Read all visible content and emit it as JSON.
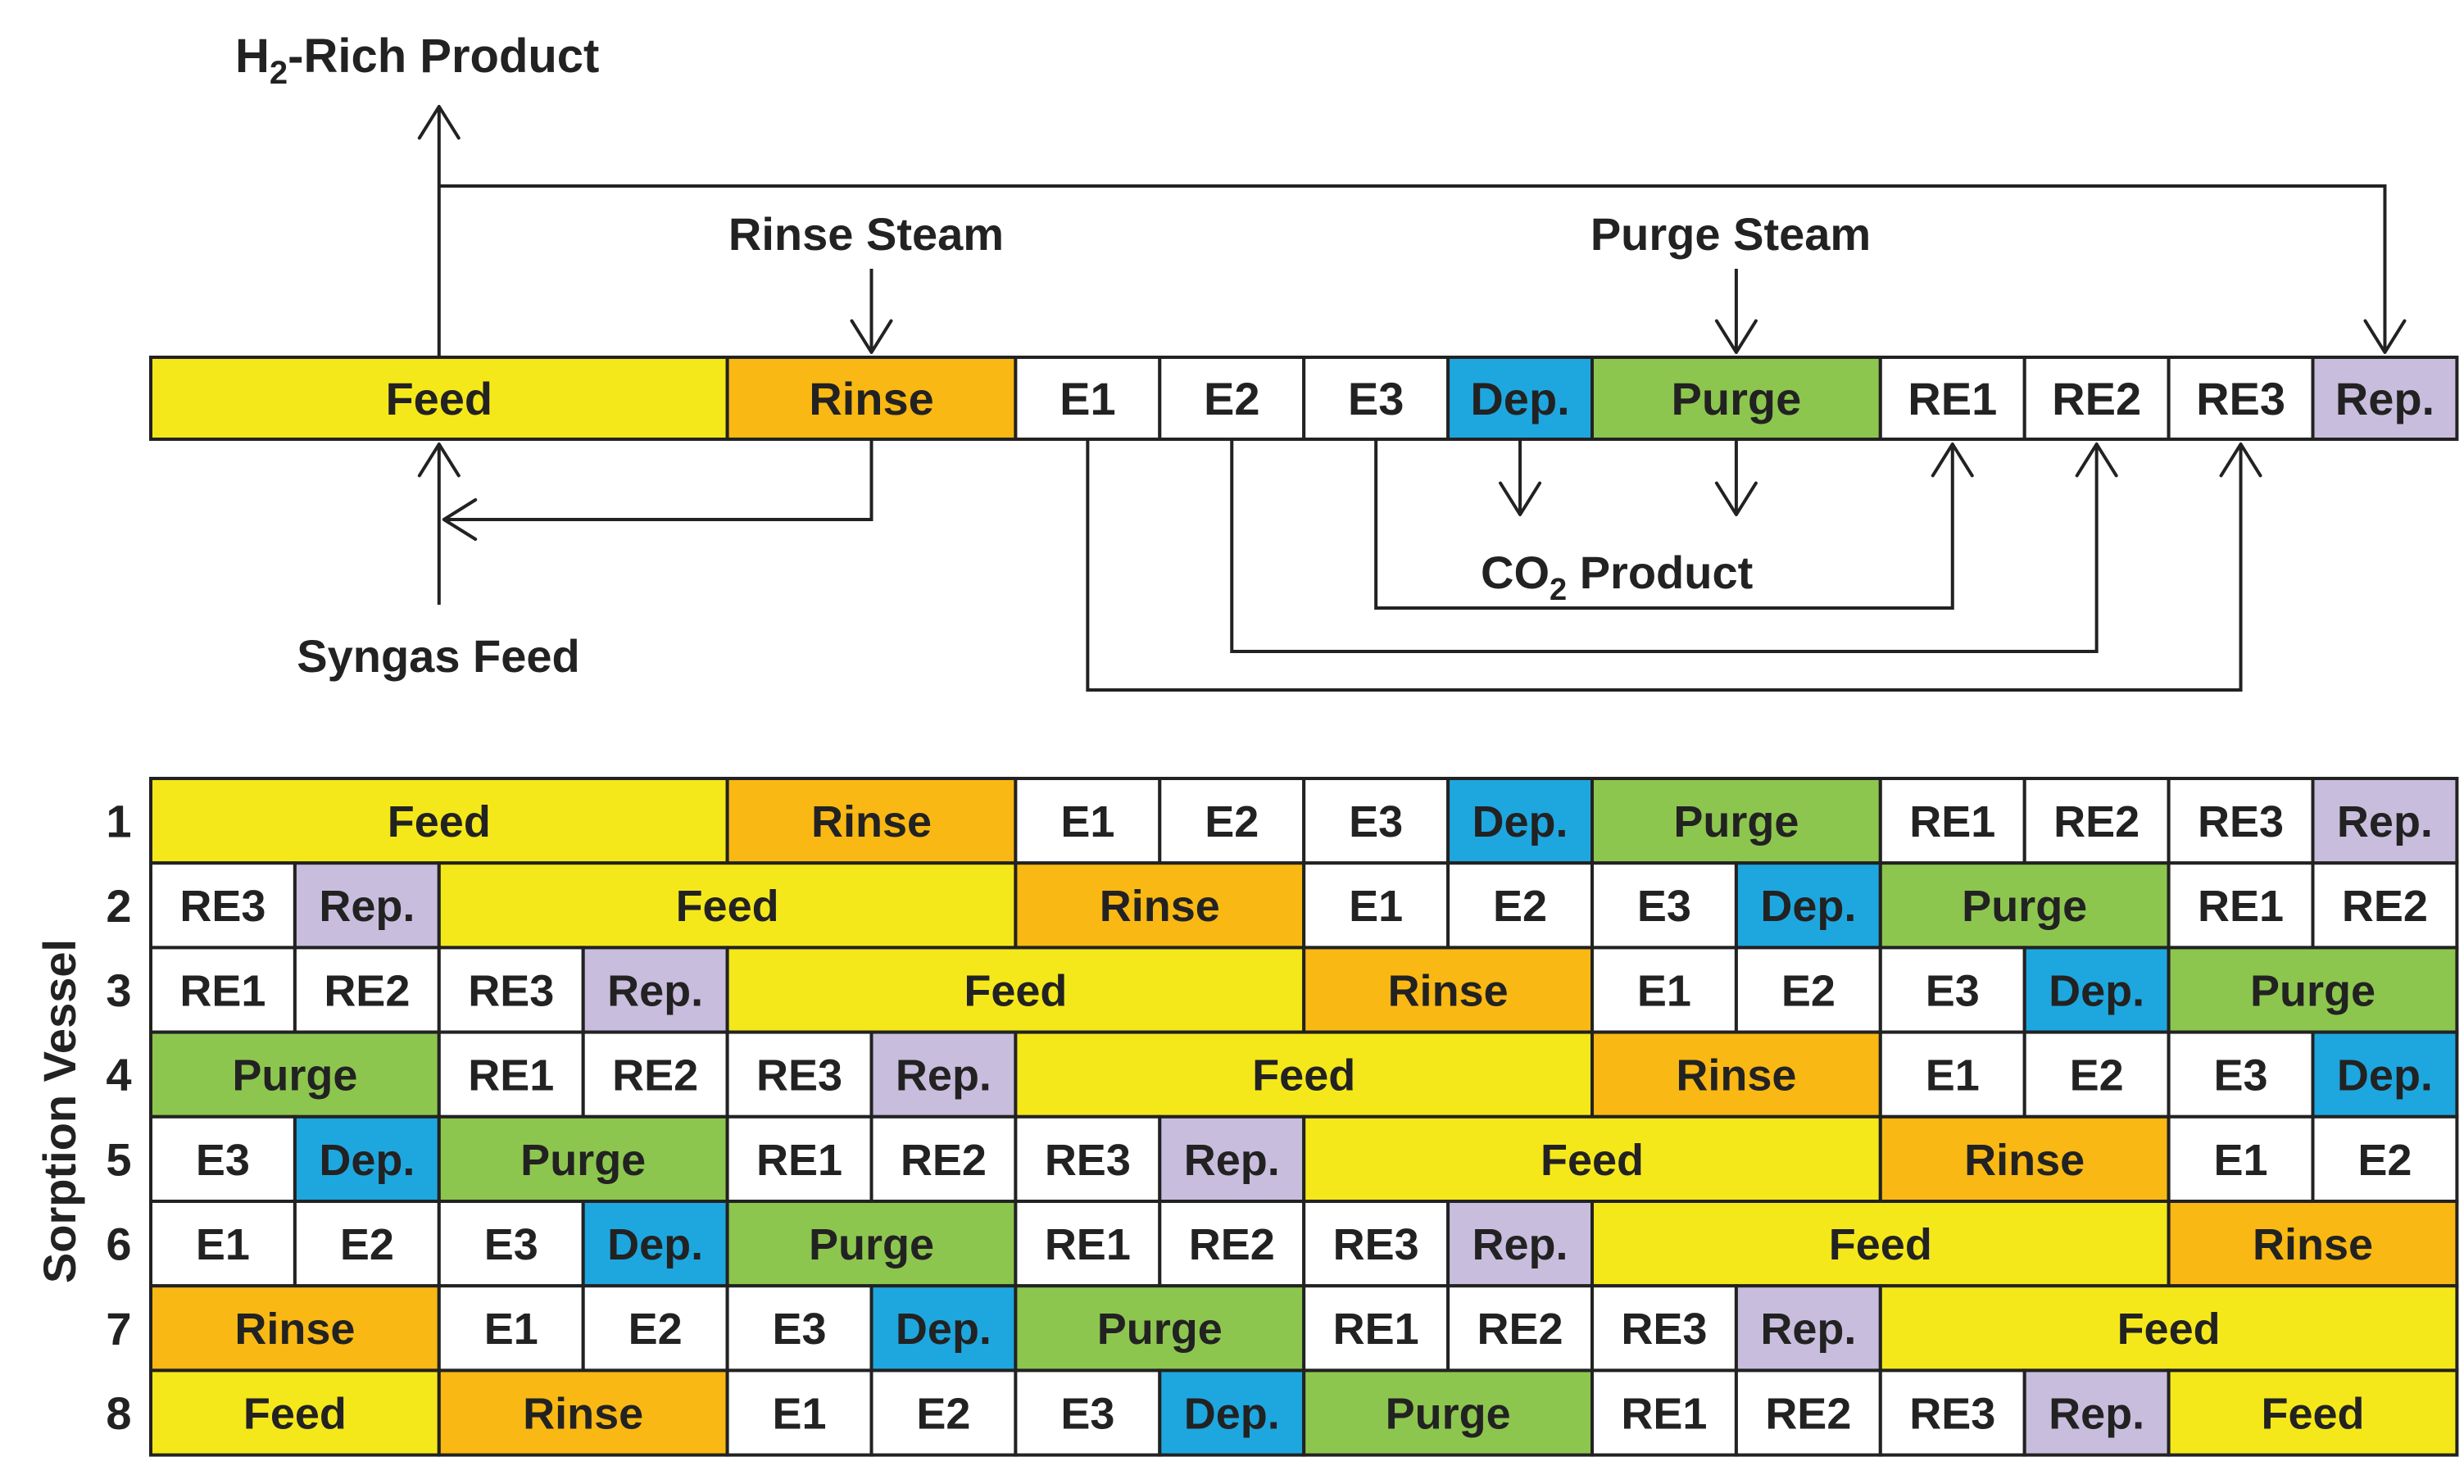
{
  "colors": {
    "Feed": "#F5E81A",
    "Rinse": "#F9B813",
    "Dep.": "#1EA7DF",
    "Purge": "#8DC64F",
    "Rep.": "#C9BDDD",
    "E1": "#FFFFFF",
    "E2": "#FFFFFF",
    "E3": "#FFFFFF",
    "RE1": "#FFFFFF",
    "RE2": "#FFFFFF",
    "RE3": "#FFFFFF"
  },
  "labels": {
    "h2_product_prefix": "H",
    "h2_product_sub": "2",
    "h2_product_suffix": "-Rich Product",
    "rinse_steam": "Rinse Steam",
    "purge_steam": "Purge Steam",
    "co2_product_prefix": "CO",
    "co2_product_sub": "2",
    "co2_product_suffix": " Product",
    "syngas_feed": "Syngas Feed",
    "sorption_vessel": "Sorption Vessel"
  },
  "cycle_steps": [
    {
      "label": "Feed",
      "span": 4
    },
    {
      "label": "Rinse",
      "span": 2
    },
    {
      "label": "E1",
      "span": 1
    },
    {
      "label": "E2",
      "span": 1
    },
    {
      "label": "E3",
      "span": 1
    },
    {
      "label": "Dep.",
      "span": 1
    },
    {
      "label": "Purge",
      "span": 2
    },
    {
      "label": "RE1",
      "span": 1
    },
    {
      "label": "RE2",
      "span": 1
    },
    {
      "label": "RE3",
      "span": 1
    },
    {
      "label": "Rep.",
      "span": 1
    }
  ],
  "schedule": [
    {
      "vessel": "1",
      "steps": [
        [
          "Feed",
          4
        ],
        [
          "Rinse",
          2
        ],
        [
          "E1",
          1
        ],
        [
          "E2",
          1
        ],
        [
          "E3",
          1
        ],
        [
          "Dep.",
          1
        ],
        [
          "Purge",
          2
        ],
        [
          "RE1",
          1
        ],
        [
          "RE2",
          1
        ],
        [
          "RE3",
          1
        ],
        [
          "Rep.",
          1
        ]
      ]
    },
    {
      "vessel": "2",
      "steps": [
        [
          "RE3",
          1
        ],
        [
          "Rep.",
          1
        ],
        [
          "Feed",
          4
        ],
        [
          "Rinse",
          2
        ],
        [
          "E1",
          1
        ],
        [
          "E2",
          1
        ],
        [
          "E3",
          1
        ],
        [
          "Dep.",
          1
        ],
        [
          "Purge",
          2
        ],
        [
          "RE1",
          1
        ],
        [
          "RE2",
          1
        ]
      ]
    },
    {
      "vessel": "3",
      "steps": [
        [
          "RE1",
          1
        ],
        [
          "RE2",
          1
        ],
        [
          "RE3",
          1
        ],
        [
          "Rep.",
          1
        ],
        [
          "Feed",
          4
        ],
        [
          "Rinse",
          2
        ],
        [
          "E1",
          1
        ],
        [
          "E2",
          1
        ],
        [
          "E3",
          1
        ],
        [
          "Dep.",
          1
        ],
        [
          "Purge",
          2
        ]
      ]
    },
    {
      "vessel": "4",
      "steps": [
        [
          "Purge",
          2
        ],
        [
          "RE1",
          1
        ],
        [
          "RE2",
          1
        ],
        [
          "RE3",
          1
        ],
        [
          "Rep.",
          1
        ],
        [
          "Feed",
          4
        ],
        [
          "Rinse",
          2
        ],
        [
          "E1",
          1
        ],
        [
          "E2",
          1
        ],
        [
          "E3",
          1
        ],
        [
          "Dep.",
          1
        ]
      ]
    },
    {
      "vessel": "5",
      "steps": [
        [
          "E3",
          1
        ],
        [
          "Dep.",
          1
        ],
        [
          "Purge",
          2
        ],
        [
          "RE1",
          1
        ],
        [
          "RE2",
          1
        ],
        [
          "RE3",
          1
        ],
        [
          "Rep.",
          1
        ],
        [
          "Feed",
          4
        ],
        [
          "Rinse",
          2
        ],
        [
          "E1",
          1
        ],
        [
          "E2",
          1
        ]
      ]
    },
    {
      "vessel": "6",
      "steps": [
        [
          "E1",
          1
        ],
        [
          "E2",
          1
        ],
        [
          "E3",
          1
        ],
        [
          "Dep.",
          1
        ],
        [
          "Purge",
          2
        ],
        [
          "RE1",
          1
        ],
        [
          "RE2",
          1
        ],
        [
          "RE3",
          1
        ],
        [
          "Rep.",
          1
        ],
        [
          "Feed",
          4
        ],
        [
          "Rinse",
          2
        ]
      ]
    },
    {
      "vessel": "7",
      "steps": [
        [
          "Rinse",
          2
        ],
        [
          "E1",
          1
        ],
        [
          "E2",
          1
        ],
        [
          "E3",
          1
        ],
        [
          "Dep.",
          1
        ],
        [
          "Purge",
          2
        ],
        [
          "RE1",
          1
        ],
        [
          "RE2",
          1
        ],
        [
          "RE3",
          1
        ],
        [
          "Rep.",
          1
        ],
        [
          "Feed",
          4
        ]
      ]
    },
    {
      "vessel": "8",
      "steps": [
        [
          "Feed",
          2
        ],
        [
          "Rinse",
          2
        ],
        [
          "E1",
          1
        ],
        [
          "E2",
          1
        ],
        [
          "E3",
          1
        ],
        [
          "Dep.",
          1
        ],
        [
          "Purge",
          2
        ],
        [
          "RE1",
          1
        ],
        [
          "RE2",
          1
        ],
        [
          "RE3",
          1
        ],
        [
          "Rep.",
          1
        ],
        [
          "Feed",
          2
        ]
      ]
    }
  ]
}
